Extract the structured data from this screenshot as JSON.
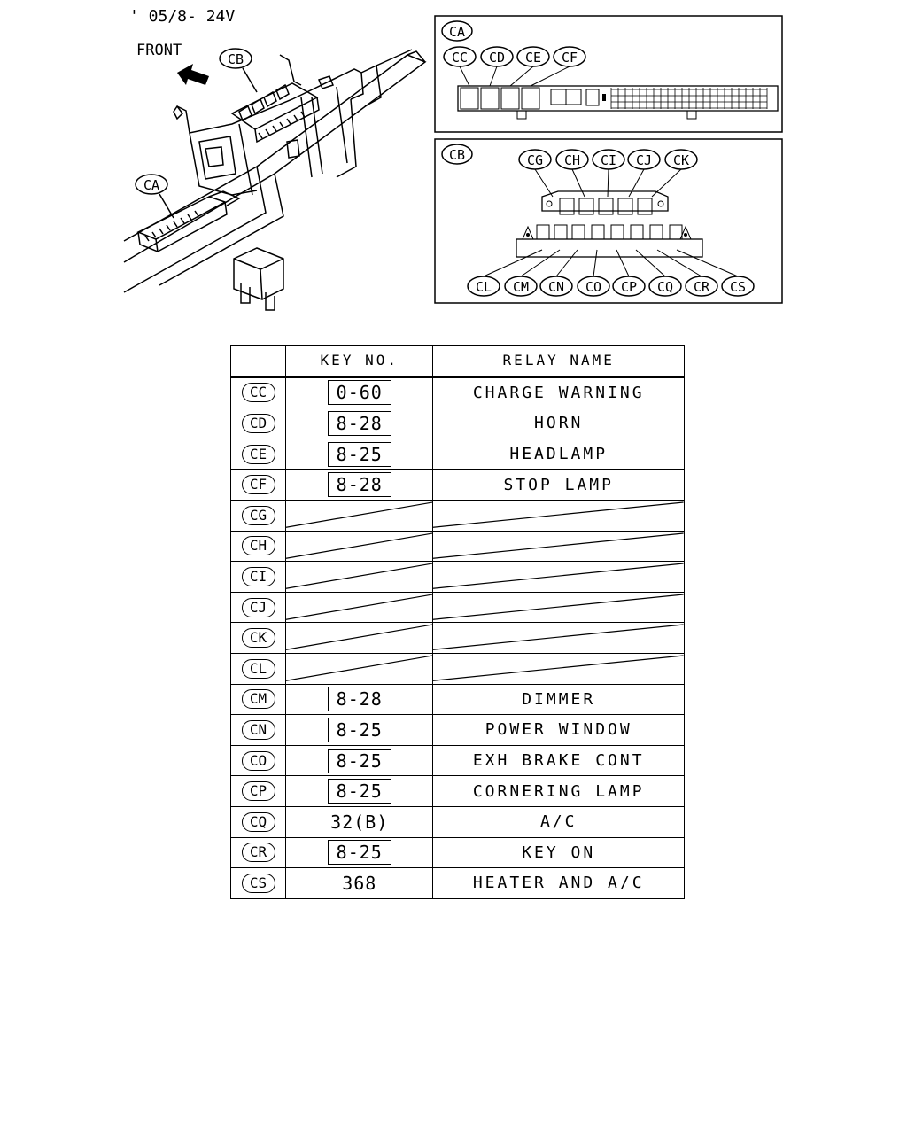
{
  "header": {
    "version_label": "' 05/8- 24V"
  },
  "overview": {
    "front_label": "FRONT",
    "callout_cb": "CB",
    "callout_ca": "CA"
  },
  "panel_ca": {
    "title": "CA",
    "callouts": [
      "CC",
      "CD",
      "CE",
      "CF"
    ]
  },
  "panel_cb": {
    "title": "CB",
    "top_callouts": [
      "CG",
      "CH",
      "CI",
      "CJ",
      "CK"
    ],
    "bottom_callouts": [
      "CL",
      "CM",
      "CN",
      "CO",
      "CP",
      "CQ",
      "CR",
      "CS"
    ]
  },
  "table": {
    "headers": {
      "col1": "",
      "key_no": "KEY NO.",
      "relay_name": "RELAY NAME"
    },
    "rows": [
      {
        "id": "CC",
        "key": "0-60",
        "boxed": true,
        "name": "CHARGE WARNING"
      },
      {
        "id": "CD",
        "key": "8-28",
        "boxed": true,
        "name": "HORN"
      },
      {
        "id": "CE",
        "key": "8-25",
        "boxed": true,
        "name": "HEADLAMP"
      },
      {
        "id": "CF",
        "key": "8-28",
        "boxed": true,
        "name": "STOP LAMP"
      },
      {
        "id": "CG",
        "key": "",
        "boxed": false,
        "name": "",
        "blank": true
      },
      {
        "id": "CH",
        "key": "",
        "boxed": false,
        "name": "",
        "blank": true
      },
      {
        "id": "CI",
        "key": "",
        "boxed": false,
        "name": "",
        "blank": true
      },
      {
        "id": "CJ",
        "key": "",
        "boxed": false,
        "name": "",
        "blank": true
      },
      {
        "id": "CK",
        "key": "",
        "boxed": false,
        "name": "",
        "blank": true
      },
      {
        "id": "CL",
        "key": "",
        "boxed": false,
        "name": "",
        "blank": true
      },
      {
        "id": "CM",
        "key": "8-28",
        "boxed": true,
        "name": "DIMMER"
      },
      {
        "id": "CN",
        "key": "8-25",
        "boxed": true,
        "name": "POWER WINDOW"
      },
      {
        "id": "CO",
        "key": "8-25",
        "boxed": true,
        "name": "EXH BRAKE CONT"
      },
      {
        "id": "CP",
        "key": "8-25",
        "boxed": true,
        "name": "CORNERING LAMP"
      },
      {
        "id": "CQ",
        "key": "32(B)",
        "boxed": false,
        "name": "A/C"
      },
      {
        "id": "CR",
        "key": "8-25",
        "boxed": true,
        "name": "KEY ON"
      },
      {
        "id": "CS",
        "key": "368",
        "boxed": false,
        "name": "HEATER AND A/C"
      }
    ]
  }
}
